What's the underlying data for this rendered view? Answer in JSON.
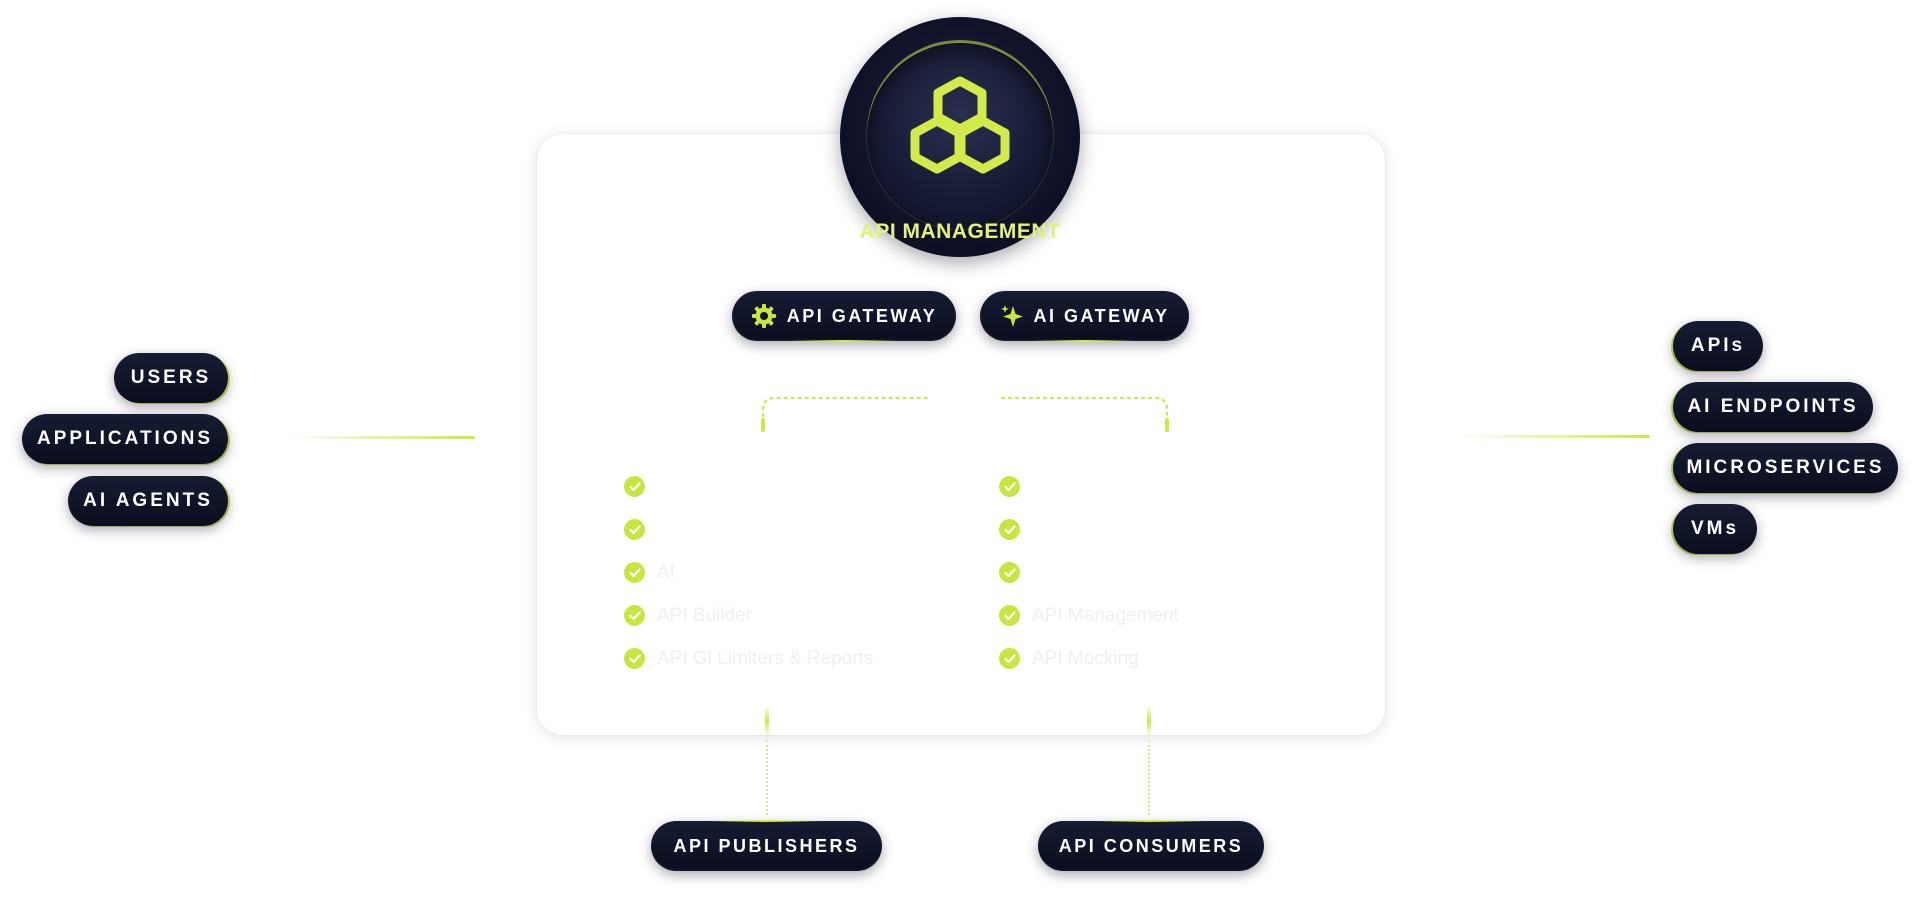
{
  "hub": {
    "title": "API MANAGEMENT",
    "icon": "honeycomb-icon"
  },
  "gateways": [
    {
      "label": "API GATEWAY",
      "icon": "gear-icon"
    },
    {
      "label": "AI GATEWAY",
      "icon": "sparkle-icon"
    }
  ],
  "features": {
    "left": [
      "",
      "",
      "AI",
      "API Builder",
      "API Gl Limiters & Reports"
    ],
    "right": [
      "",
      "",
      "",
      "API Management",
      "API Mocking"
    ]
  },
  "sources": [
    "USERS",
    "APPLICATIONS",
    "AI AGENTS"
  ],
  "targets": [
    "APIs",
    "AI ENDPOINTS",
    "MICROSERVICES",
    "VMs"
  ],
  "roles": [
    "API PUBLISHERS",
    "API CONSUMERS"
  ],
  "colors": {
    "navy": "#0b0e1f",
    "accent": "#cde846",
    "white": "#ffffff"
  }
}
